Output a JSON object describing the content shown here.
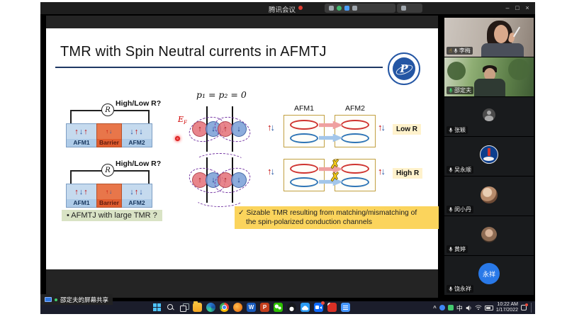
{
  "titlebar": {
    "title": "腾讯会议",
    "minimize": "–",
    "maximize": "□",
    "close": "×"
  },
  "glyphs": {
    "up": "↑",
    "down": "↓",
    "cross": "✗",
    "raise_hand": "☝",
    "chevron_up": "^"
  },
  "slide": {
    "title": "TMR with Spin Neutral currents in AFMTJ",
    "logo_letter": "P",
    "meter_label": "R",
    "question1": "High/Low R?",
    "question2": "High/Low R?",
    "layer_afm1": "AFM1",
    "layer_barrier": "Barrier",
    "layer_afm2": "AFM2",
    "equation": "p₁ = p₂ = 0",
    "fermi_main": "E",
    "fermi_sub": "F",
    "header_afm1": "AFM1",
    "header_afm2": "AFM2",
    "label_low_r": "Low R",
    "label_high_r": "High R",
    "bullet": "• AFMTJ with large TMR ?",
    "note_line1": "✓ Sizable TMR resulting from matching/mismatching of",
    "note_line2": "the spin-polarized conduction channels"
  },
  "share_banner": {
    "text": "邵定夫的屏幕共享"
  },
  "participants": [
    {
      "name": "李梅"
    },
    {
      "name": "邵定夫"
    },
    {
      "name": "张颖"
    },
    {
      "name": "吴永顺"
    },
    {
      "name": "闵小丹"
    },
    {
      "name": "黄婷"
    },
    {
      "name": "饶永祥",
      "avatar_text": "永祥"
    }
  ],
  "taskbar": {
    "ime": "中",
    "letters": {
      "word": "W",
      "powerpoint": "P"
    },
    "time": "10:22 AM",
    "date": "1/17/2022"
  },
  "colors": {
    "spin_up_red": "#c00000",
    "spin_down_blue": "#2456a4",
    "highlight_green": "#d9e3c5",
    "highlight_yellow": "#fbd45c",
    "resistance_label_bg": "#fff2cc",
    "accent_purple": "#7030a0"
  }
}
